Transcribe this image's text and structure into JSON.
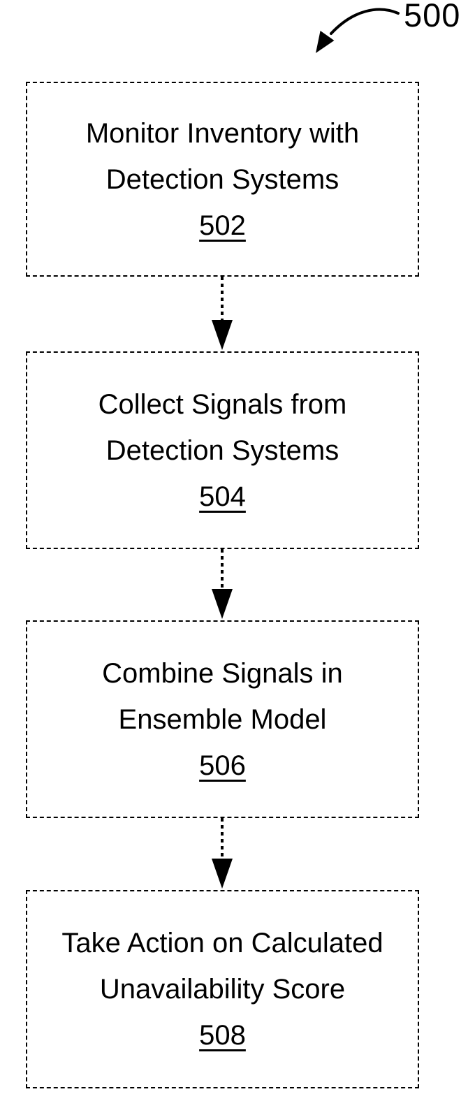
{
  "figure": {
    "reference_label": "500",
    "steps": [
      {
        "line1": "Monitor Inventory with",
        "line2": "Detection Systems",
        "ref": "502"
      },
      {
        "line1": "Collect Signals from",
        "line2": "Detection Systems",
        "ref": "504"
      },
      {
        "line1": "Combine Signals in",
        "line2": "Ensemble Model",
        "ref": "506"
      },
      {
        "line1": "Take Action on Calculated",
        "line2": "Unavailability Score",
        "ref": "508"
      }
    ]
  },
  "colors": {
    "ink": "#000000",
    "background": "#ffffff"
  }
}
